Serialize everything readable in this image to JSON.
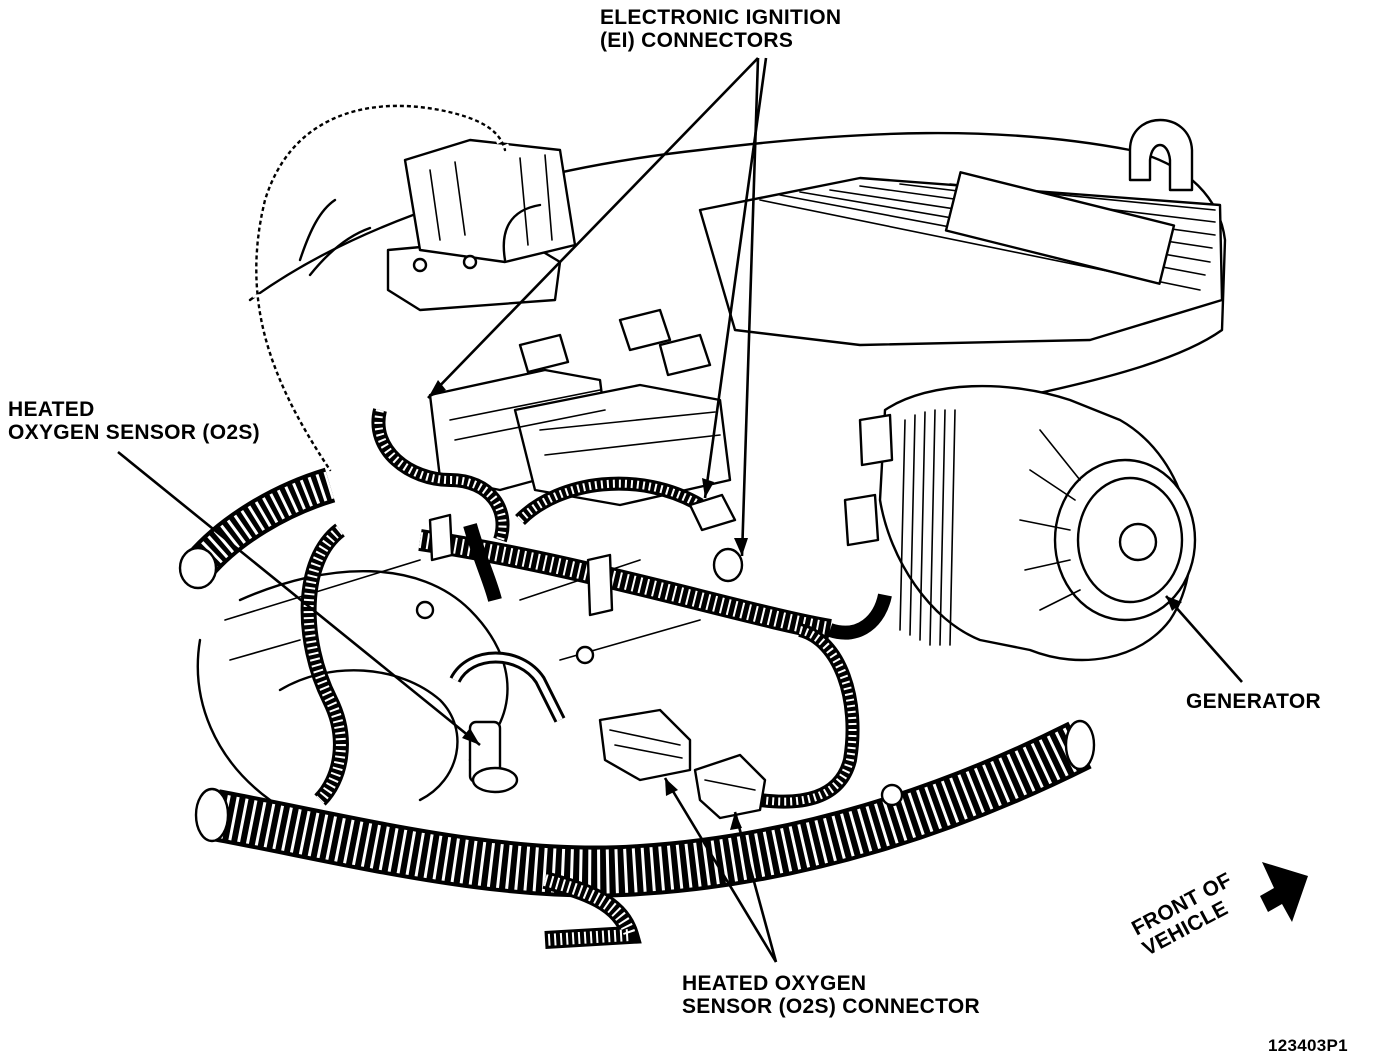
{
  "labels": {
    "ei_connectors": [
      "ELECTRONIC IGNITION",
      "(EI) CONNECTORS"
    ],
    "o2s": [
      "HEATED",
      "OXYGEN SENSOR (O2S)"
    ],
    "generator": "GENERATOR",
    "o2s_connector": [
      "HEATED OXYGEN",
      "SENSOR (O2S) CONNECTOR"
    ],
    "front_of_vehicle": [
      "FRONT OF",
      "VEHICLE"
    ],
    "figure_number": "123403P1"
  },
  "icons": {
    "front_arrow": "front-of-vehicle-arrow-icon"
  }
}
